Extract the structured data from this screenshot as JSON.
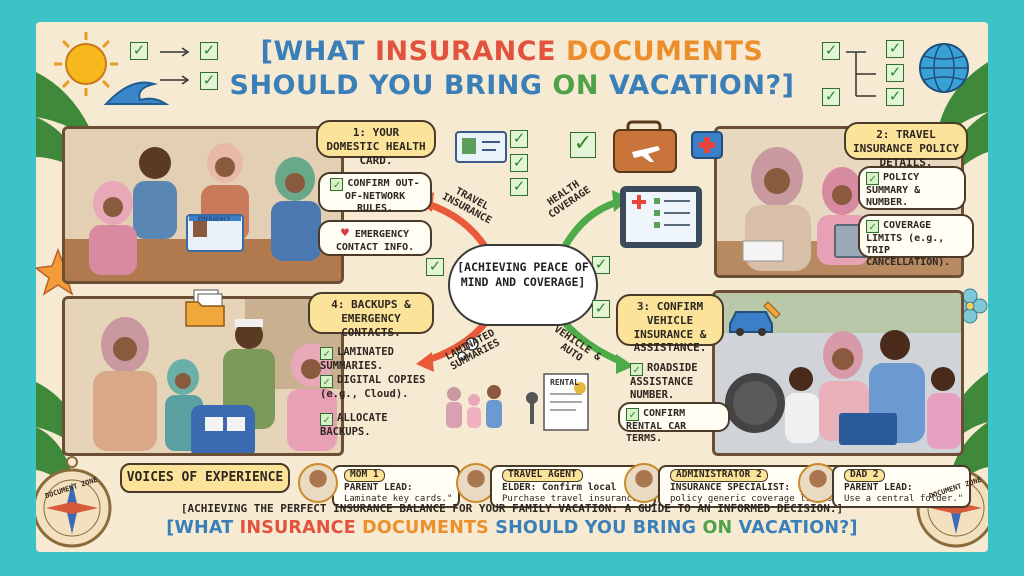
{
  "title": {
    "line1_a": "[WHAT ",
    "line1_b": "INSURANCE",
    "line1_c": " ",
    "line1_d": "DOCUMENTS",
    "line1_e": "",
    "line2_a": "SHOULD YOU BRING ",
    "line2_b": "ON",
    "line2_c": " VACATION?]"
  },
  "center": {
    "cloud": "[ACHIEVING PEACE OF MIND AND COVERAGE]"
  },
  "arrows": {
    "travel_insurance": "TRAVEL INSURANCE",
    "health_coverage": "HEALTH COVERAGE",
    "laminated_summaries": "LAMINATED SUMMARIES",
    "vehicle_auto": "VEHICLE & AUTO"
  },
  "section1": {
    "heading": "1: YOUR DOMESTIC HEALTH CARD.",
    "items": [
      "CONFIRM OUT-OF-NETWORK RULES.",
      "EMERGENCY CONTACT INFO."
    ]
  },
  "section2": {
    "heading": "2: TRAVEL INSURANCE POLICY DETAILS.",
    "items": [
      "POLICY SUMMARY & NUMBER.",
      "COVERAGE LIMITS (e.g., TRIP CANCELLATION)."
    ]
  },
  "section3": {
    "heading": "3: CONFIRM VEHICLE INSURANCE & ASSISTANCE.",
    "items": [
      "ROADSIDE ASSISTANCE NUMBER.",
      "CONFIRM RENTAL CAR TERMS."
    ],
    "rental_label": "RENTAL"
  },
  "section4": {
    "heading": "4: BACKUPS & EMERGENCY CONTACTS.",
    "items": [
      "LAMINATED SUMMARIES.",
      "DIGITAL COPIES (e.g., Cloud).",
      "ALLOCATE BACKUPS."
    ]
  },
  "voices": {
    "heading": "VOICES OF EXPERIENCE",
    "people": [
      {
        "role": "MOM 1",
        "line1": "PARENT LEAD:",
        "line2": "Laminate key cards.\""
      },
      {
        "role": "TRAVEL AGENT",
        "line1": "ELDER: Confirm local",
        "line2": "Purchase travel insurance.\""
      },
      {
        "role": "ADMINISTRATOR 2",
        "line1": "INSURANCE SPECIALIST:",
        "line2": "policy generic coverage limits.\""
      },
      {
        "role": "DAD 2",
        "line1": "PARENT LEAD:",
        "line2": "Use a central folder.\""
      }
    ]
  },
  "footer": {
    "subtitle": "[ACHIEVING THE PERFECT INSURANCE BALANCE FOR YOUR FAMILY VACATION: A GUIDE TO AN INFORMED DECISION.]",
    "line_a": "[WHAT ",
    "line_b": "INSURANCE",
    "line_c": " ",
    "line_d": "DOCUMENTS",
    "line_e": " SHOULD YOU BRING ",
    "line_f": "ON",
    "line_g": " VACATION?]"
  },
  "compass": {
    "left": "DOCUMENT ZONE",
    "right": "DOCUMENT ZONE"
  },
  "card_text": "EMERGENCY",
  "colors": {
    "frame": "#3cc3c8",
    "paper": "#f6ead2",
    "title_blue": "#3a7fb8",
    "title_red": "#e1533c",
    "title_orange": "#ec8e2a",
    "bubble_yellow": "#fbe49a"
  }
}
